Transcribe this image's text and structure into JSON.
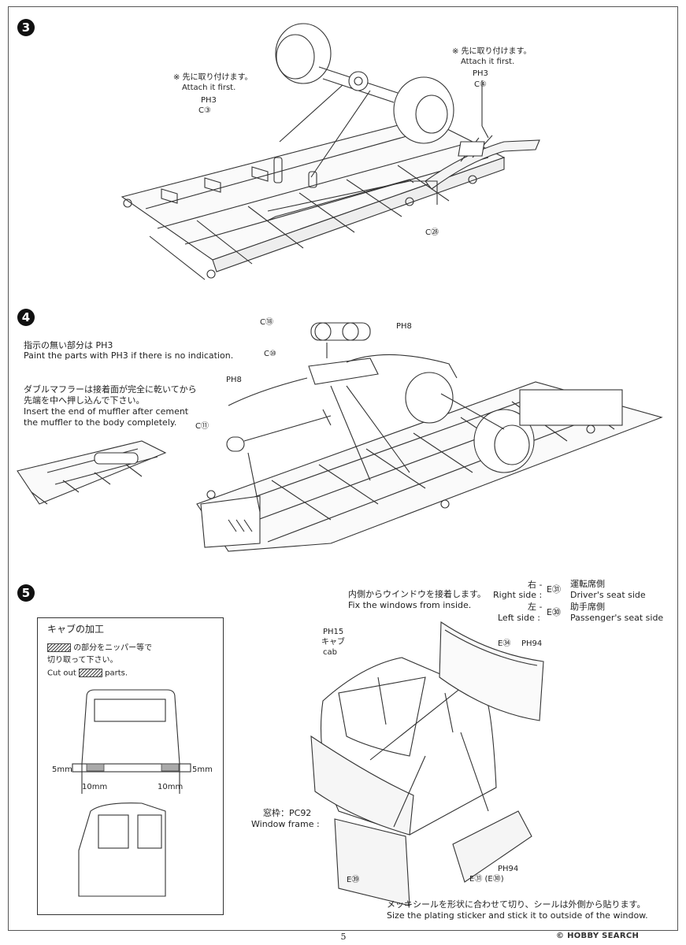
{
  "steps": [
    {
      "number": "3"
    },
    {
      "number": "4"
    },
    {
      "number": "5"
    }
  ],
  "step3": {
    "note_left_jp": "※ 先に取り付けます。",
    "note_left_en": "Attach it first.",
    "note_left_color": "PH3",
    "note_left_part": "C③",
    "note_right_jp": "※ 先に取り付けます。",
    "note_right_en": "Attach it first.",
    "note_right_color": "PH3",
    "note_right_part": "C④",
    "part_bottom": "C㉘"
  },
  "step4": {
    "instr1_jp": "指示の無い部分は PH3",
    "instr1_en": "Paint the parts with PH3 if there is no indication.",
    "instr2_jp_1": "ダブルマフラーは接着面が完全に乾いてから",
    "instr2_jp_2": "先端を中へ押し込んで下さい。",
    "instr2_en_1": "Insert the end of muffler after cement",
    "instr2_en_2": "the muffler to the body completely.",
    "part_c18": "C⑱",
    "part_c10": "C⑩",
    "part_c11": "C⑪",
    "color_ph8_a": "PH8",
    "color_ph8_b": "PH8"
  },
  "step5": {
    "box_title": "キャブの加工",
    "box_instr_jp_1": "の部分をニッパー等で",
    "box_instr_jp_2": "切り取って下さい。",
    "box_instr_en_a": "Cut out",
    "box_instr_en_b": "parts.",
    "dim_5mm_left": "5mm",
    "dim_5mm_right": "5mm",
    "dim_10mm_left": "10mm",
    "dim_10mm_right": "10mm",
    "windows_jp": "内側からウインドウを接着します。",
    "windows_en": "Fix the windows from inside.",
    "right_side_label_jp": "右 -",
    "right_side_label_en": "Right side :",
    "right_side_part": "E㉛",
    "right_side_desc_jp": "運転席側",
    "right_side_desc_en": "Driver's seat side",
    "left_side_label_jp": "左 -",
    "left_side_label_en": "Left side :",
    "left_side_part": "E㉚",
    "left_side_desc_jp": "助手席側",
    "left_side_desc_en": "Passenger's seat side",
    "cab_color": "PH15",
    "cab_jp": "キャブ",
    "cab_en": "cab",
    "e84": "E㉞",
    "ph94_a": "PH94",
    "frame_jp": "窓枠：PC92",
    "frame_en": "Window frame :",
    "e79": "E㊴",
    "ph94_b": "PH94",
    "e81_80": "E㉛ (E㉚)",
    "sticker_jp": "メッキシールを形状に合わせて切り、シールは外側から貼ります。",
    "sticker_en": "Size the plating sticker and stick it to outside of the window."
  },
  "footer": {
    "page_number": "5",
    "watermark": "© HOBBY SEARCH"
  }
}
